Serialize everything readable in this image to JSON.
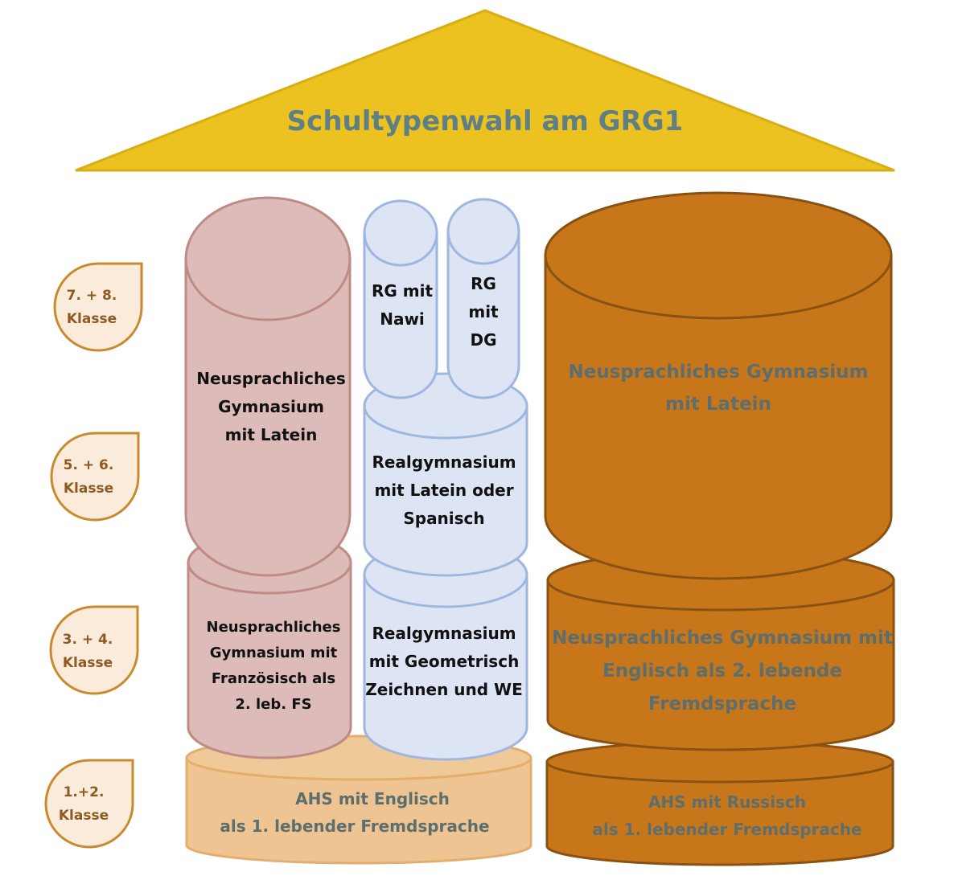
{
  "title": "Schultypenwahl am GRG1",
  "grades": [
    {
      "line1": "7. + 8.",
      "line2": "Klasse"
    },
    {
      "line1": "5. + 6.",
      "line2": "Klasse"
    },
    {
      "line1": "3. + 4.",
      "line2": "Klasse"
    },
    {
      "line1": "1.+2.",
      "line2": "Klasse"
    }
  ],
  "pillars": {
    "neusprachlich_latein_pink": {
      "lines": [
        "Neusprachliches",
        "Gymnasium",
        "mit Latein"
      ]
    },
    "neusprachlich_franz": {
      "lines": [
        "Neusprachliches",
        "Gymnasium mit",
        "Französisch als",
        "2. leb. FS"
      ]
    },
    "rg_nawi": {
      "lines": [
        "RG mit",
        "Nawi"
      ]
    },
    "rg_dg": {
      "lines": [
        "RG",
        "mit",
        "DG"
      ]
    },
    "rg_latein_spanisch": {
      "lines": [
        "Realgymnasium",
        "mit Latein oder",
        "Spanisch"
      ]
    },
    "rg_geometrisch": {
      "lines": [
        "Realgymnasium",
        "mit Geometrisch",
        "Zeichnen und WE"
      ]
    },
    "ahs_englisch": {
      "lines": [
        "AHS mit Englisch",
        "als 1. lebender Fremdsprache"
      ]
    },
    "neusprachlich_latein_orange": {
      "lines": [
        "Neusprachliches Gymnasium",
        "mit Latein"
      ]
    },
    "neusprachlich_englisch": {
      "lines": [
        "Neusprachliches Gymnasium mit",
        "Englisch als 2. lebende",
        "Fremdsprache"
      ]
    },
    "ahs_russisch": {
      "lines": [
        "AHS mit Russisch",
        "als 1. lebender Fremdsprache"
      ]
    }
  },
  "colors": {
    "roof": "#EBC21F",
    "roof_text": "#5E7F86",
    "pink": "#DDBBB8",
    "pink_stroke": "#C08A85",
    "blue": "#DDE4F4",
    "blue_stroke": "#9FB6E0",
    "orange": "#C8761A",
    "orange_stroke": "#8A5212",
    "orange_text": "#5C6E6E",
    "peach": "#EEC592",
    "peach_stroke": "#E3AE6C",
    "grade_fill": "#FBEBDB",
    "grade_stroke": "#C98A2E",
    "grade_text": "#8C5A22"
  }
}
